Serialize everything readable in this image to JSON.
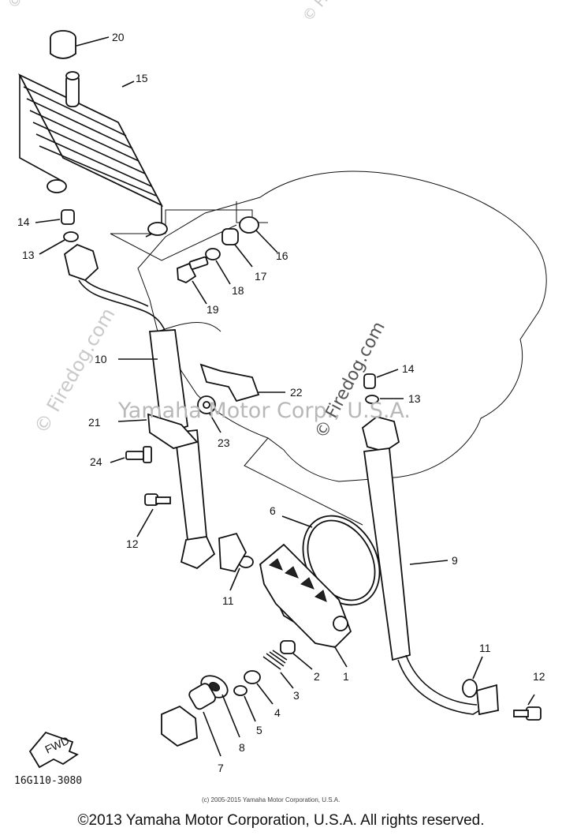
{
  "watermarks": {
    "firedog": "© Firedog.com",
    "corp": "Yamaha Motor Corp., U.S.A."
  },
  "callouts": [
    "1",
    "2",
    "3",
    "4",
    "5",
    "6",
    "7",
    "8",
    "9",
    "10",
    "11",
    "11",
    "12",
    "12",
    "13",
    "13",
    "14",
    "14",
    "15",
    "16",
    "17",
    "18",
    "19",
    "20",
    "21",
    "22",
    "23",
    "24"
  ],
  "diagram_code": "16G110-3080",
  "fwd_label": "FWD",
  "fine_print": "(c) 2005-2015 Yamaha Motor Corporation, U.S.A.",
  "copyright": "©2013 Yamaha Motor Corporation, U.S.A. All rights reserved."
}
